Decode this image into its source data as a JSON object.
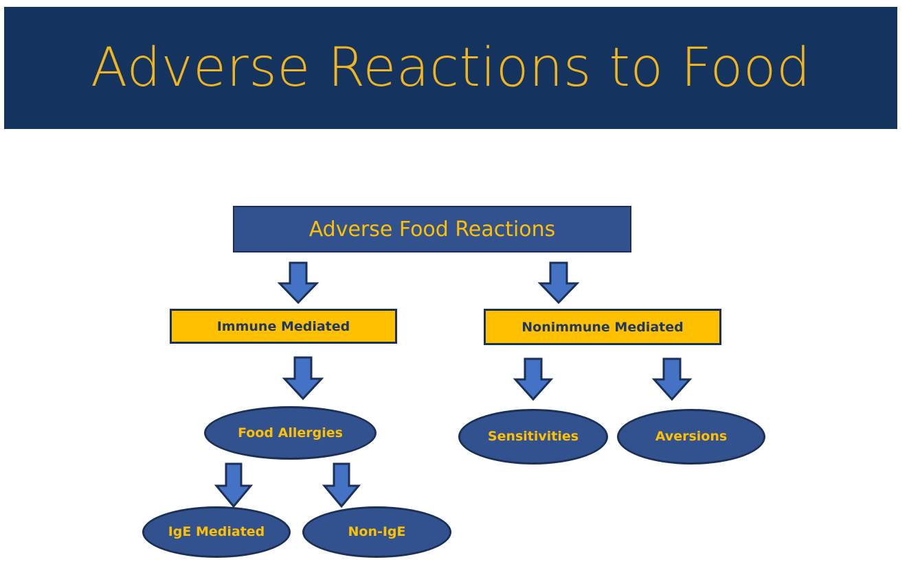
{
  "slide": {
    "title": "Adverse Reactions to Food",
    "background_color": "#ffffff",
    "banner_color": "#15335f",
    "title_color": "#f0b41e"
  },
  "palette": {
    "blue_fill": "#32528f",
    "blue_outline": "#1b3054",
    "yellow_fill": "#ffc000",
    "yellow_text": "#1f3864",
    "arrow_fill": "#4472c4",
    "gold_text": "#ffc000"
  },
  "diagram": {
    "type": "flowchart",
    "root": {
      "id": "adverse-food-reactions",
      "label": "Adverse Food Reactions",
      "shape": "rectangle",
      "fill": "#32528f",
      "text_color": "#ffc000"
    },
    "nodes": [
      {
        "id": "immune-mediated",
        "label": "Immune Mediated",
        "shape": "rectangle",
        "fill": "#ffc000",
        "text_color": "#1f3864",
        "parent": "adverse-food-reactions"
      },
      {
        "id": "nonimmune-mediated",
        "label": "Nonimmune Mediated",
        "shape": "rectangle",
        "fill": "#ffc000",
        "text_color": "#1f3864",
        "parent": "adverse-food-reactions"
      },
      {
        "id": "food-allergies",
        "label": "Food Allergies",
        "shape": "ellipse",
        "fill": "#32528f",
        "text_color": "#ffc000",
        "parent": "immune-mediated"
      },
      {
        "id": "sensitivities",
        "label": "Sensitivities",
        "shape": "ellipse",
        "fill": "#32528f",
        "text_color": "#ffc000",
        "parent": "nonimmune-mediated"
      },
      {
        "id": "aversions",
        "label": "Aversions",
        "shape": "ellipse",
        "fill": "#32528f",
        "text_color": "#ffc000",
        "parent": "nonimmune-mediated"
      },
      {
        "id": "ige-mediated",
        "label": "IgE Mediated",
        "shape": "ellipse",
        "fill": "#32528f",
        "text_color": "#ffc000",
        "parent": "food-allergies"
      },
      {
        "id": "non-ige",
        "label": "Non-IgE",
        "shape": "ellipse",
        "fill": "#32528f",
        "text_color": "#ffc000",
        "parent": "food-allergies"
      }
    ],
    "connectors": [
      {
        "id": "arrow-root-to-immune",
        "from": "adverse-food-reactions",
        "to": "immune-mediated",
        "style": "block-arrow-down"
      },
      {
        "id": "arrow-root-to-nonimmune",
        "from": "adverse-food-reactions",
        "to": "nonimmune-mediated",
        "style": "block-arrow-down"
      },
      {
        "id": "arrow-immune-to-allergies",
        "from": "immune-mediated",
        "to": "food-allergies",
        "style": "block-arrow-down"
      },
      {
        "id": "arrow-nonimmune-to-sens",
        "from": "nonimmune-mediated",
        "to": "sensitivities",
        "style": "block-arrow-down"
      },
      {
        "id": "arrow-nonimmune-to-aversions",
        "from": "nonimmune-mediated",
        "to": "aversions",
        "style": "block-arrow-down"
      },
      {
        "id": "arrow-allergies-to-ige",
        "from": "food-allergies",
        "to": "ige-mediated",
        "style": "block-arrow-down"
      },
      {
        "id": "arrow-allergies-to-nonige",
        "from": "food-allergies",
        "to": "non-ige",
        "style": "block-arrow-down"
      }
    ]
  }
}
